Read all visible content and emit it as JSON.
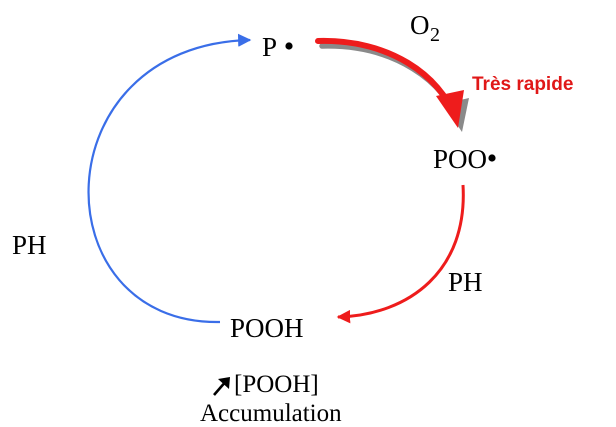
{
  "colors": {
    "blue_arrow": "#3a6ee8",
    "red_arrow": "#ee1c1c",
    "shadow": "#8a8a8a",
    "accent_label": "#e01818",
    "text": "#000000"
  },
  "nodes": {
    "p_radical": "P",
    "poo_radical": "POO",
    "pooh": "POOH"
  },
  "labels": {
    "oxygen_base": "O",
    "oxygen_sub": "2",
    "speed": "Très rapide",
    "ph_right": "PH",
    "ph_left": "PH",
    "pooh_bracket": "[POOH]",
    "accumulation": "Accumulation"
  },
  "icons": {
    "increase": "up-right-arrow-icon",
    "radical_dot": "radical-dot-icon"
  }
}
